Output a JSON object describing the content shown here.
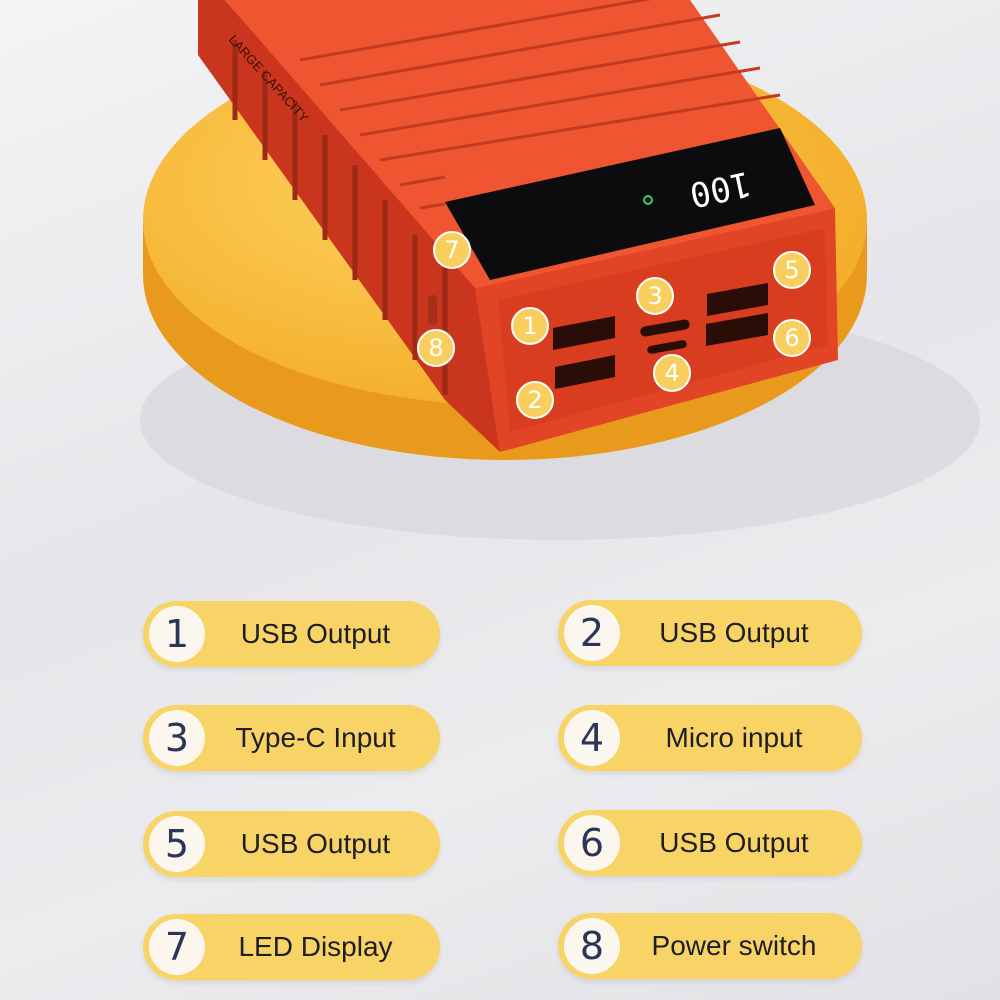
{
  "device": {
    "side_text": "LARGE CAPACITY",
    "display_value": "100",
    "markers": [
      "1",
      "2",
      "3",
      "4",
      "5",
      "6",
      "7",
      "8"
    ]
  },
  "legend": [
    {
      "num": "1",
      "label": "USB Output"
    },
    {
      "num": "2",
      "label": "USB Output"
    },
    {
      "num": "3",
      "label": "Type-C Input"
    },
    {
      "num": "4",
      "label": "Micro input"
    },
    {
      "num": "5",
      "label": "USB Output"
    },
    {
      "num": "6",
      "label": "USB Output"
    },
    {
      "num": "7",
      "label": "LED Display"
    },
    {
      "num": "8",
      "label": "Power switch"
    }
  ],
  "colors": {
    "pill": "#f8d366",
    "device": "#ec4a2a",
    "pedestal": "#f6b431",
    "number": "#2a3557"
  }
}
